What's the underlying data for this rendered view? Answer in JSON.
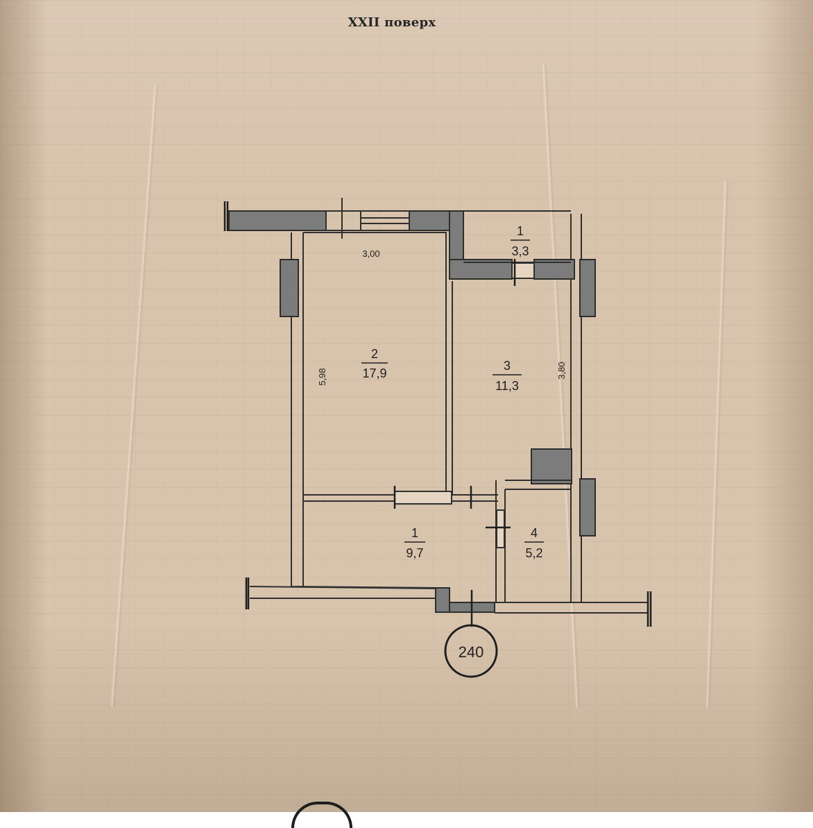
{
  "title": "XXII поверх",
  "rooms": [
    {
      "number": "2",
      "area": "17,9"
    },
    {
      "number": "3",
      "area": "11,3"
    },
    {
      "number": "1",
      "area": "3,3"
    },
    {
      "number": "1",
      "area": "9,7"
    },
    {
      "number": "4",
      "area": "5,2"
    }
  ],
  "dimensions": {
    "top": "3,00",
    "left": "5,98",
    "right": "3,80"
  },
  "apartment_number": "240"
}
